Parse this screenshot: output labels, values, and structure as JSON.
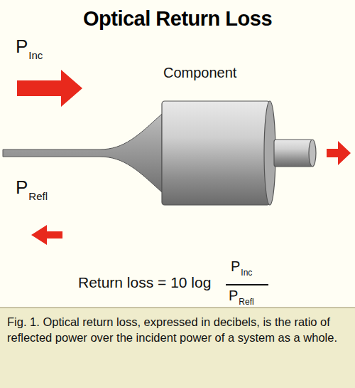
{
  "diagram": {
    "title": "Optical Return Loss",
    "caption": "Fig. 1. Optical return loss, expressed in decibels, is the ratio of reflected power over the incident power of a system as a whole.",
    "labels": [
      "P",
      "Inc",
      "P",
      "Refl",
      "Component",
      "Return loss = 10 log",
      "P",
      "Inc",
      "P",
      "Refl"
    ]
  }
}
